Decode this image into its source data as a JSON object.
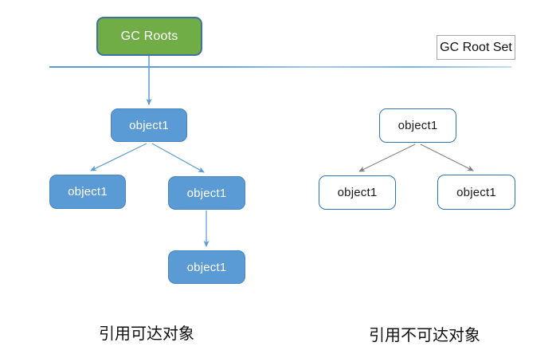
{
  "diagram": {
    "root": {
      "label": "GC Roots"
    },
    "root_set": {
      "label": "GC Root Set"
    },
    "reachable": {
      "caption": "引用可达对象",
      "nodes": [
        {
          "label": "object1"
        },
        {
          "label": "object1"
        },
        {
          "label": "object1"
        },
        {
          "label": "object1"
        }
      ]
    },
    "unreachable": {
      "caption": "引用不可达对象",
      "nodes": [
        {
          "label": "object1"
        },
        {
          "label": "object1"
        },
        {
          "label": "object1"
        }
      ]
    },
    "colors": {
      "root_fill": "#70AD47",
      "root_border": "#41719C",
      "reachable_node_fill": "#5B9BD5",
      "reachable_node_border": "#4A85BF",
      "unreachable_node_border": "#2E75B6",
      "arrow_reachable": "#5B9BD5",
      "arrow_unreachable": "#808080",
      "divider_line": "#5B9BD5",
      "root_set_border": "#A6A6A6"
    }
  }
}
